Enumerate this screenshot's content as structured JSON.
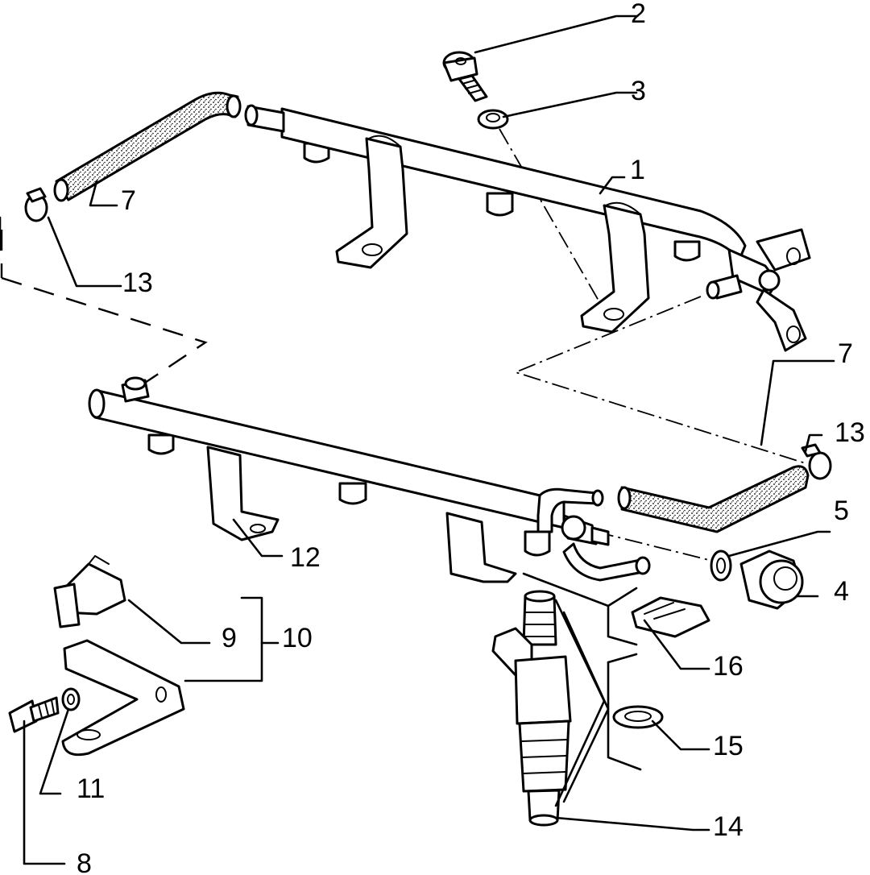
{
  "callouts": [
    {
      "id": "c1",
      "text": "1"
    },
    {
      "id": "c2",
      "text": "2"
    },
    {
      "id": "c3",
      "text": "3"
    },
    {
      "id": "c4",
      "text": "4"
    },
    {
      "id": "c5",
      "text": "5"
    },
    {
      "id": "c7a",
      "text": "7"
    },
    {
      "id": "c7b",
      "text": "7"
    },
    {
      "id": "c8",
      "text": "8"
    },
    {
      "id": "c9",
      "text": "9"
    },
    {
      "id": "c10",
      "text": "10"
    },
    {
      "id": "c11",
      "text": "11"
    },
    {
      "id": "c12",
      "text": "12"
    },
    {
      "id": "c13a",
      "text": "13"
    },
    {
      "id": "c13b",
      "text": "13"
    },
    {
      "id": "c14",
      "text": "14"
    },
    {
      "id": "c15",
      "text": "15"
    },
    {
      "id": "c16",
      "text": "16"
    }
  ]
}
